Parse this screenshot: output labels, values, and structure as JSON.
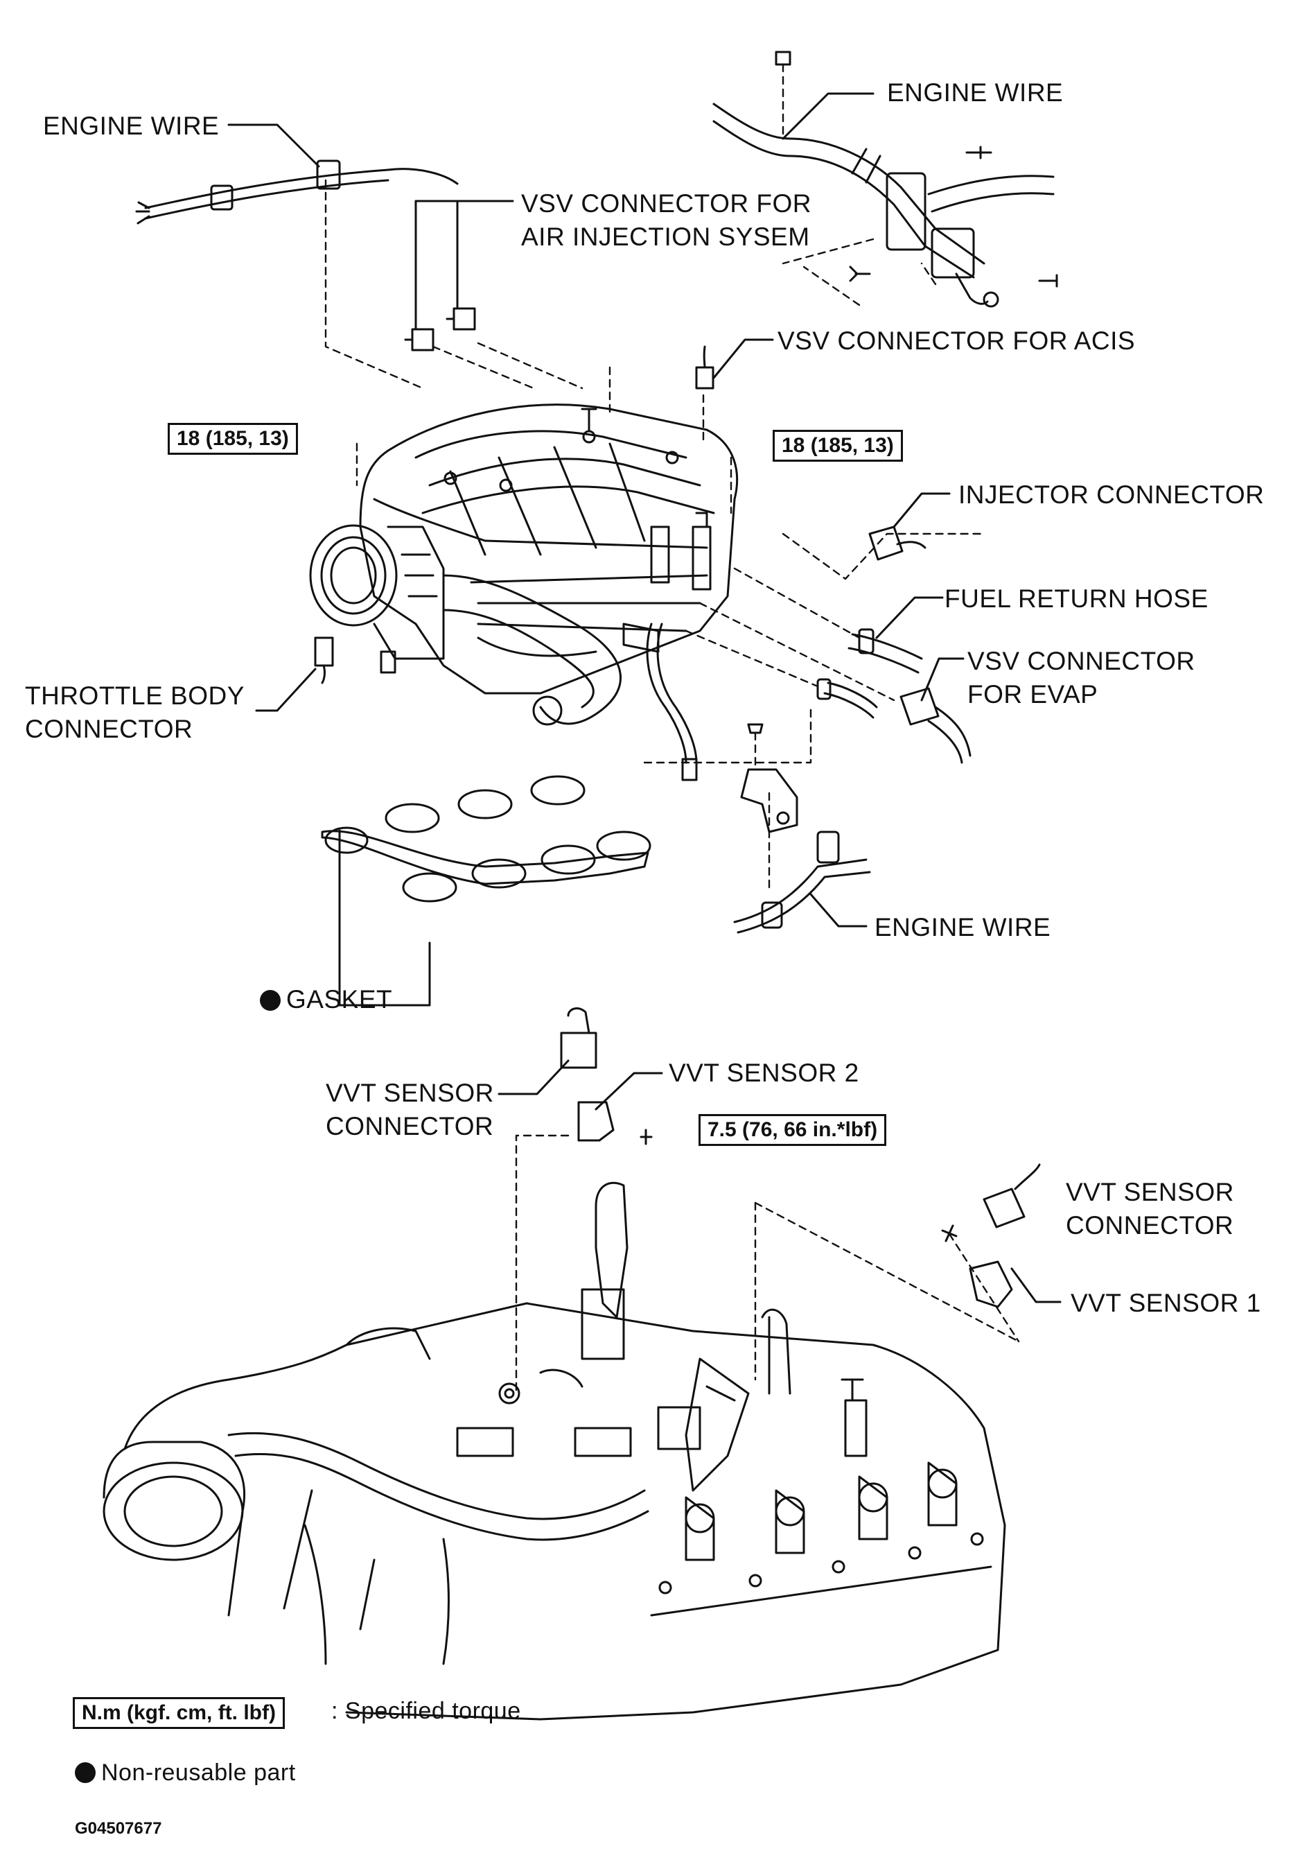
{
  "labels": {
    "engine_wire_left": "ENGINE WIRE",
    "engine_wire_top_right": "ENGINE WIRE",
    "vsv_air_injection_1": "VSV CONNECTOR FOR",
    "vsv_air_injection_2": "AIR INJECTION SYSEM",
    "vsv_acis": "VSV CONNECTOR FOR ACIS",
    "injector_connector": "INJECTOR CONNECTOR",
    "fuel_return_hose": "FUEL RETURN HOSE",
    "vsv_evap_1": "VSV CONNECTOR",
    "vsv_evap_2": "FOR EVAP",
    "throttle_body_1": "THROTTLE BODY",
    "throttle_body_2": "CONNECTOR",
    "engine_wire_bottom": "ENGINE WIRE",
    "gasket": "GASKET",
    "vvt_conn_left_1": "VVT SENSOR",
    "vvt_conn_left_2": "CONNECTOR",
    "vvt_sensor_2": "VVT SENSOR 2",
    "vvt_conn_right_1": "VVT SENSOR",
    "vvt_conn_right_2": "CONNECTOR",
    "vvt_sensor_1": "VVT SENSOR 1"
  },
  "torques": {
    "left": "18 (185, 13)",
    "right": "18 (185, 13)",
    "vvt": "7.5 (76, 66 in.*lbf)"
  },
  "legend": {
    "torque_box": "N.m (kgf. cm, ft. lbf)",
    "torque_text": ": Specified torque",
    "nonreusable_text": "Non-reusable part"
  },
  "figure_id": "G04507677",
  "colors": {
    "ink": "#111111",
    "paper": "#ffffff"
  },
  "icons": {
    "non_reusable": "filled-circle-icon"
  }
}
